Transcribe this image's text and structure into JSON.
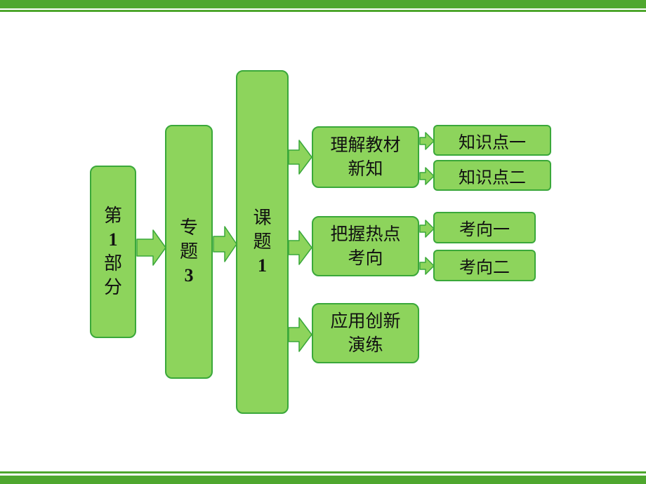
{
  "colors": {
    "bar": "#4ea72e",
    "box_fill": "#8dd45c",
    "box_border": "#3aa83a",
    "arrow_fill": "#8dd45c"
  },
  "level1": {
    "chars": [
      "第",
      "1",
      "部",
      "分"
    ]
  },
  "level2": {
    "chars": [
      "专",
      "题",
      "3"
    ]
  },
  "level3": {
    "chars": [
      "课",
      "题",
      "1"
    ]
  },
  "branches": [
    {
      "label": "理解教材新知",
      "subs": [
        "知识点一",
        "知识点二"
      ]
    },
    {
      "label": "把握热点考向",
      "subs": [
        "考向一",
        "考向二"
      ]
    },
    {
      "label": "应用创新演练",
      "subs": []
    }
  ]
}
